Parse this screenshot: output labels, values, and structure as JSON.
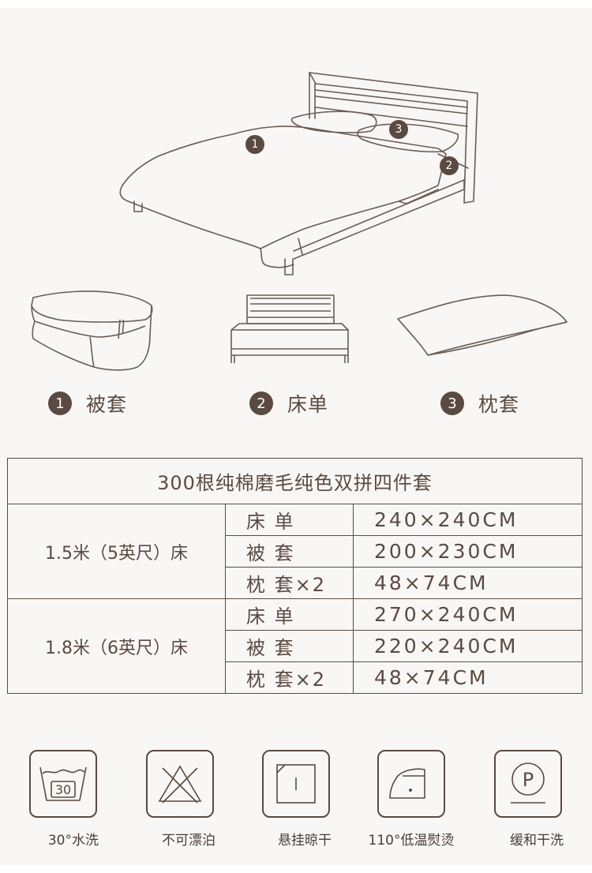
{
  "illustration": {
    "bed_markers": [
      "1",
      "3",
      "2"
    ]
  },
  "legend": [
    {
      "num": "1",
      "label": "被套"
    },
    {
      "num": "2",
      "label": "床单"
    },
    {
      "num": "3",
      "label": "枕套"
    }
  ],
  "spec_table": {
    "title": "300根纯棉磨毛纯色双拼四件套",
    "groups": [
      {
        "size": "1.5米（5英尺）床",
        "rows": [
          {
            "item": "床 单",
            "dim": "240×240CM"
          },
          {
            "item": "被 套",
            "dim": "200×230CM"
          },
          {
            "item": "枕 套×2",
            "dim": "48×74CM"
          }
        ]
      },
      {
        "size": "1.8米（6英尺）床",
        "rows": [
          {
            "item": "床 单",
            "dim": "270×240CM"
          },
          {
            "item": "被 套",
            "dim": "220×240CM"
          },
          {
            "item": "枕 套×2",
            "dim": "48×74CM"
          }
        ]
      }
    ]
  },
  "care": [
    {
      "icon": "wash-30-icon",
      "icon_text": "30",
      "label": "30°水洗"
    },
    {
      "icon": "no-bleach-icon",
      "label": "不可漂泊"
    },
    {
      "icon": "hang-dry-icon",
      "label": "悬挂晾干"
    },
    {
      "icon": "iron-low-icon",
      "label": "110°低温熨烫"
    },
    {
      "icon": "dry-clean-p-icon",
      "icon_text": "P",
      "label": "缓和干洗"
    }
  ],
  "colors": {
    "accent": "#5b4a41",
    "line": "#6a5c55",
    "background": "#f8f7f5"
  }
}
